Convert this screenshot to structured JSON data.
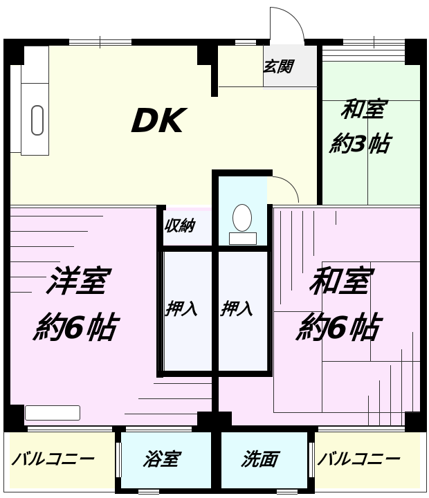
{
  "floor_plan": {
    "colors": {
      "dk": "#FCFEE6",
      "washitsu_3": "#E8FDE8",
      "yoshitsu": "#FCE6FC",
      "washitsu_6": "#FCE6FC",
      "closet": "#F4F6FE",
      "toilet": "#E2FCFE",
      "bath": "#E2FCFE",
      "washroom": "#E2FCFE",
      "balcony": "#FCFCDA",
      "genkan": "#F0F0F0",
      "wall": "#000000"
    },
    "rooms": {
      "dk": {
        "label": "DK"
      },
      "genkan": {
        "label": "玄関"
      },
      "washitsu_3": {
        "line1": "和室",
        "line2": "約3帖"
      },
      "shuno": {
        "label": "収納"
      },
      "yoshitsu": {
        "line1": "洋室",
        "line2": "約6帖"
      },
      "oshiire_left": {
        "label": "押入"
      },
      "oshiire_right": {
        "label": "押入"
      },
      "washitsu_6": {
        "line1": "和室",
        "line2": "約6帖"
      },
      "balcony_left": {
        "label": "バルコニー"
      },
      "bath": {
        "label": "浴室"
      },
      "washroom": {
        "label": "洗面"
      },
      "balcony_right": {
        "label": "バルコニー"
      }
    }
  }
}
